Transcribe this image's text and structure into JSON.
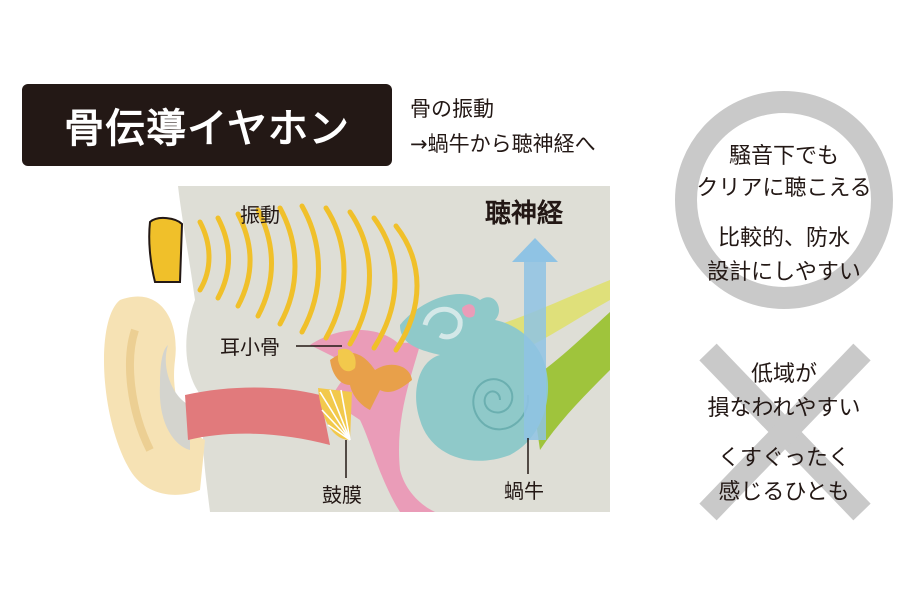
{
  "title": "骨伝導イヤホン",
  "subtitle": {
    "line1": "骨の振動",
    "line2": "→蝸牛から聴神経へ"
  },
  "labels": {
    "vibration": "振動",
    "auditory_nerve": "聴神経",
    "ossicles": "耳小骨",
    "eardrum": "鼓膜",
    "cochlea": "蝸牛"
  },
  "pros": {
    "symbol": "circle",
    "lines": [
      "騒音下でも",
      "クリアに聴こえる",
      "比較的、防水",
      "設計にしやすい"
    ]
  },
  "cons": {
    "symbol": "cross",
    "lines": [
      "低域が",
      "損なわれやすい",
      "くすぐったく",
      "感じるひとも"
    ]
  },
  "colors": {
    "title_bg": "#231815",
    "panel_bg": "#deded6",
    "skin": "#f6e2b4",
    "ear_canal": "#e17a7c",
    "inner_pink": "#ea9cb8",
    "ossicles": "#e8a04a",
    "eardrum": "#f2c94c",
    "cochlea": "#8fc9c9",
    "nerve_green": "#9fc43c",
    "arrow_blue": "#8fc3e4",
    "earphone": "#f0c02a",
    "symbol_gray": "#c9c9c9"
  }
}
